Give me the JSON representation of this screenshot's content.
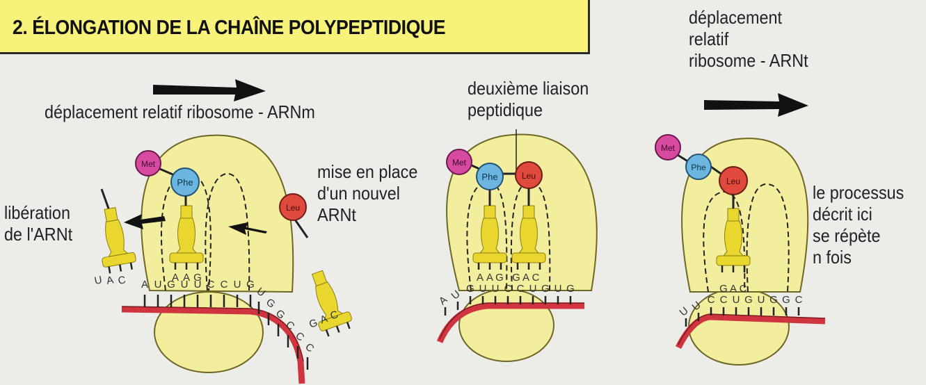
{
  "title": "2. ÉLONGATION DE LA CHAÎNE POLYPEPTIDIQUE",
  "labels": {
    "deplacement_arnm": "déplacement relatif ribosome - ARNm",
    "liberation": [
      "libération",
      "de l'ARNt"
    ],
    "mise_en_place": [
      "mise en place",
      "d'un nouvel",
      "ARNt"
    ],
    "deuxieme_liaison": [
      "deuxième liaison",
      "peptidique"
    ],
    "deplacement_arnt": [
      "déplacement",
      "relatif",
      "ribosome - ARNt"
    ],
    "processus": [
      "le processus",
      "décrit ici",
      "se répète",
      "n fois"
    ]
  },
  "amino_acids": {
    "met": "Met",
    "phe": "Phe",
    "leu": "Leu"
  },
  "anticodons": {
    "released": [
      "U",
      "A",
      "C"
    ],
    "incoming": [
      "G",
      "A",
      "C"
    ]
  },
  "codons": {
    "panel1": [
      "A",
      "U",
      "G",
      "U",
      "U",
      "C",
      "C",
      "U",
      "G",
      "U",
      "G",
      "G",
      "C",
      "C",
      "C"
    ],
    "panel1_trna": [
      "A",
      "A",
      "G"
    ],
    "panel2": [
      "A",
      "U",
      "G",
      "U",
      "U",
      "C",
      "C",
      "U",
      "G",
      "U",
      "G"
    ],
    "panel2_trna": [
      "A",
      "A",
      "G",
      "G",
      "A",
      "C"
    ],
    "panel3": [
      "U",
      "U",
      "C",
      "C",
      "U",
      "G",
      "U",
      "G",
      "G",
      "C"
    ],
    "panel3_trna": [
      "G",
      "A",
      "C"
    ]
  },
  "colors": {
    "title_bg": "#f6f27a",
    "ribosome": "#f3ee9e",
    "trna": "#e9d62e",
    "mrna": "#d0353f",
    "met": "#d64aa0",
    "phe": "#6bb5e0",
    "leu": "#e04a3c"
  }
}
